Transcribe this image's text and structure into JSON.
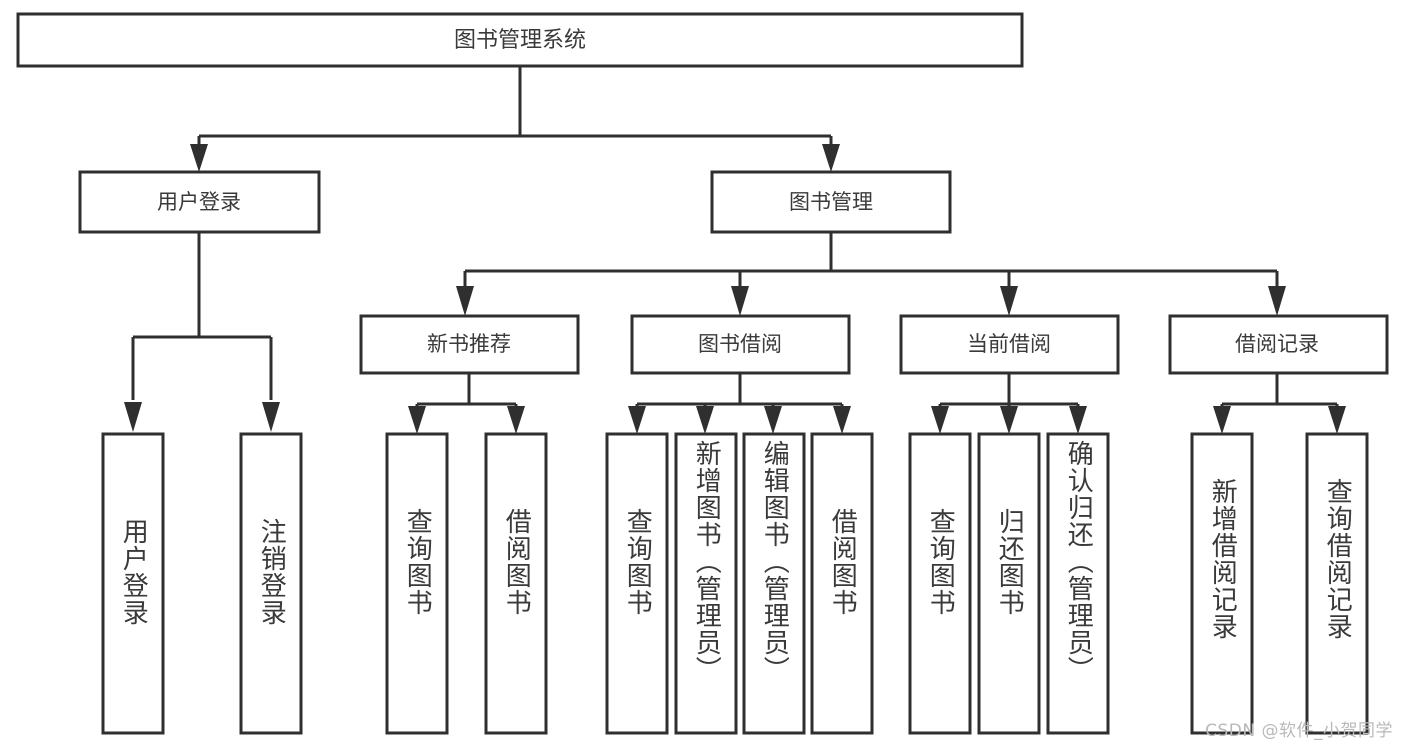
{
  "diagram": {
    "title": "图书管理系统",
    "watermark": "CSDN @软件_小贺同学",
    "colors": {
      "line": "#2f2f2f",
      "node_fill": "#ffffff",
      "text": "#3a3a3a",
      "background": "#ffffff",
      "watermark": "#b9b9b9"
    },
    "root": {
      "label": "图书管理系统"
    },
    "level1": [
      {
        "label": "用户登录"
      },
      {
        "label": "图书管理"
      }
    ],
    "level2": [
      {
        "label": "新书推荐"
      },
      {
        "label": "图书借阅"
      },
      {
        "label": "当前借阅"
      },
      {
        "label": "借阅记录"
      }
    ],
    "leaves": {
      "user_login": [
        {
          "label": "用户登录"
        },
        {
          "label": "注销登录"
        }
      ],
      "new_book_recommend": [
        {
          "label": "查询图书"
        },
        {
          "label": "借阅图书"
        }
      ],
      "book_borrow": [
        {
          "label": "查询图书"
        },
        {
          "label": "新增图书（管理员）"
        },
        {
          "label": "编辑图书（管理员）"
        },
        {
          "label": "借阅图书"
        }
      ],
      "current_borrow": [
        {
          "label": "查询图书"
        },
        {
          "label": "归还图书"
        },
        {
          "label": "确认归还（管理员）"
        }
      ],
      "borrow_record": [
        {
          "label": "新增借阅记录"
        },
        {
          "label": "查询借阅记录"
        }
      ]
    }
  }
}
